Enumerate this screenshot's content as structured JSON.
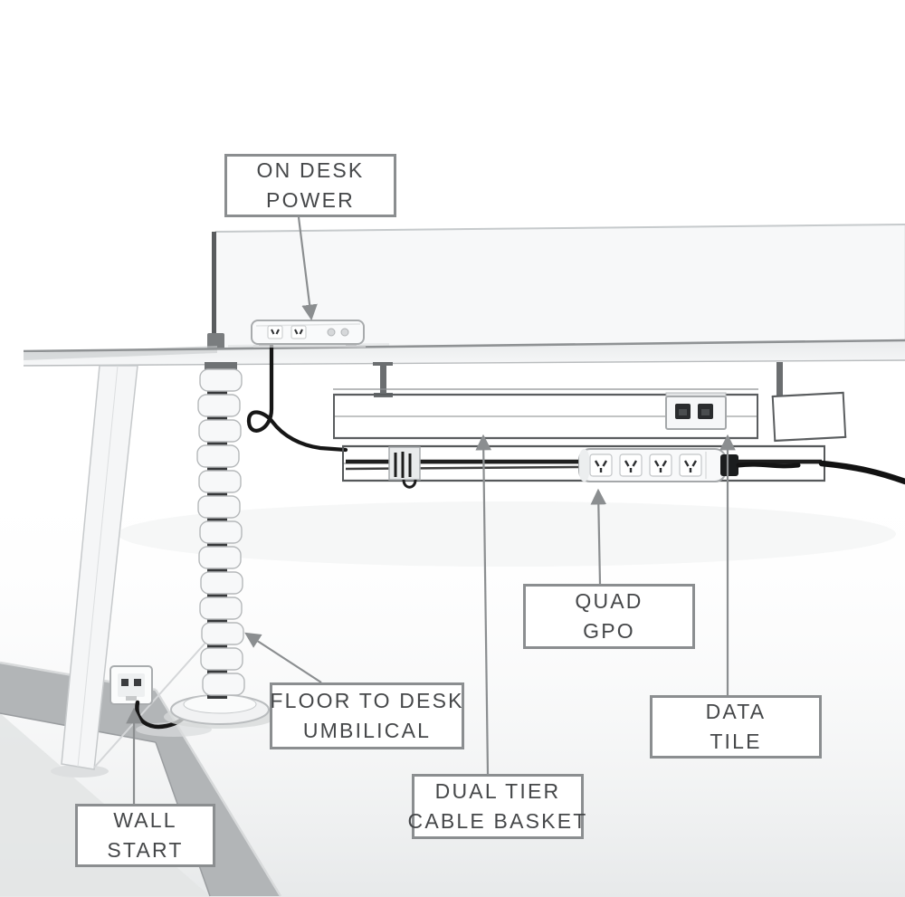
{
  "figure": {
    "type": "desk-power-cable-management-callout-diagram"
  },
  "callouts": {
    "on_desk_power": {
      "line1": "ON DESK",
      "line2": "POWER"
    },
    "quad_gpo": {
      "line1": "QUAD",
      "line2": "GPO"
    },
    "data_tile": {
      "line1": "DATA",
      "line2": "TILE"
    },
    "floor_to_desk_umbilical": {
      "line1": "FLOOR TO DESK",
      "line2": "UMBILICAL"
    },
    "dual_tier_cable_basket": {
      "line1": "DUAL TIER",
      "line2": "CABLE BASKET"
    },
    "wall_start": {
      "line1": "WALL",
      "line2": "START"
    }
  },
  "colors": {
    "callout_border": "#8b8e90",
    "callout_text": "#454749",
    "leader_line": "#8b8e90",
    "cable_black": "#161616",
    "basket_wire": "#6e7173",
    "skirting_gray": "#b2b5b7",
    "desk_edge": "#95989a"
  }
}
